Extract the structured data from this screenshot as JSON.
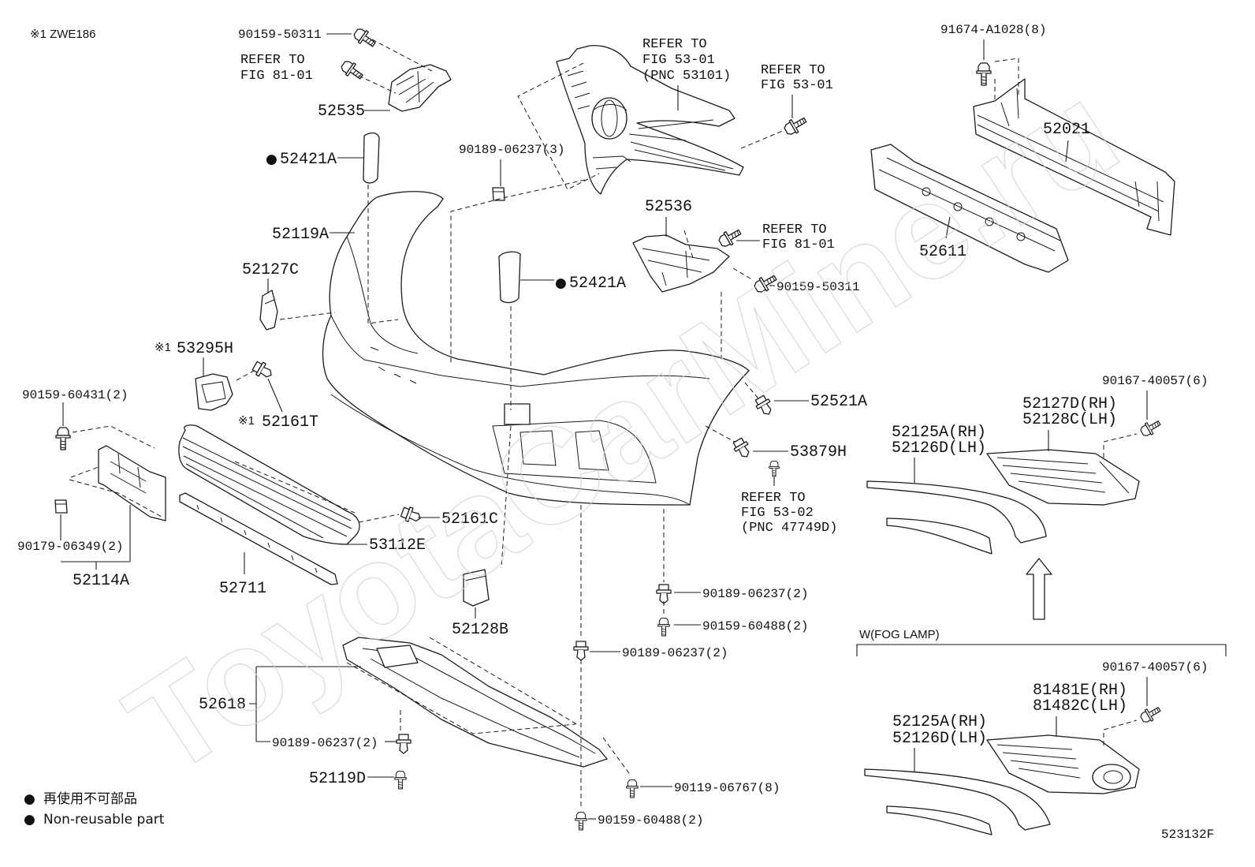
{
  "note": "※1 ZWE186",
  "watermark": "ToyotaCarMine.ru",
  "figure_code": "523132F",
  "legend": {
    "marker": "●",
    "jp": "再使用不可部品",
    "en": "Non-reusable part"
  },
  "references": {
    "fig81_left": {
      "line1": "REFER TO",
      "line2": "FIG 81-01"
    },
    "fig53_grille": {
      "line1": "REFER TO",
      "line2": "FIG 53-01",
      "line3": "(PNC 53101)"
    },
    "fig53_bolt": {
      "line1": "REFER TO",
      "line2": "FIG 53-01"
    },
    "fig81_center": {
      "line1": "REFER TO",
      "line2": "FIG 81-01"
    },
    "fig53_02": {
      "line1": "REFER TO",
      "line2": "FIG 53-02",
      "line3": "(PNC 47749D)"
    }
  },
  "left": {
    "bolt_top": "90159-50311",
    "bracket": "52535",
    "spacer": "52421A",
    "bumper_cover": "52119A",
    "cap": "52127C",
    "seal": {
      "prefix": "※1",
      "number": "53295H"
    },
    "clip_t": {
      "prefix": "※1",
      "number": "52161T"
    },
    "plate_bolt": "90159-60431(2)",
    "plate_nut": "90179-06349(2)",
    "plate_bracket": "52114A",
    "molding": "52711",
    "lower_grille": "53112E",
    "clip_c": "52161C",
    "cap_lower": "52128B",
    "under_cover": "52618",
    "under_clip": "90189-06237(2)",
    "under_retainer": "52119D"
  },
  "center": {
    "grille_clip": "90189-06237(3)",
    "spacer": "52421A",
    "bracket": "52536",
    "bolt": "90159-50311",
    "retainer": "52521A",
    "clip": "53879H",
    "clip_lower": "90189-06237(2)",
    "bolt_lower": "90159-60488(2)",
    "clip_bottom": "90189-06237(2)",
    "bolt_cover": "90119-06767(8)",
    "bolt_bottom": "90159-60488(2)"
  },
  "right": {
    "reinforcement_bolt": "91674-A1028(8)",
    "reinforcement": "52021",
    "absorber": "52611",
    "cover_screw": "90167-40057(6)",
    "cover_rh": "52127D(RH)",
    "cover_lh": "52128C(LH)",
    "molding_rh": "52125A(RH)",
    "molding_lh": "52126D(LH)"
  },
  "fog_lamp": {
    "title": "W(FOG LAMP)",
    "cover_screw": "90167-40057(6)",
    "cover_rh": "81481E(RH)",
    "cover_lh": "81482C(LH)",
    "molding_rh": "52125A(RH)",
    "molding_lh": "52126D(LH)"
  }
}
